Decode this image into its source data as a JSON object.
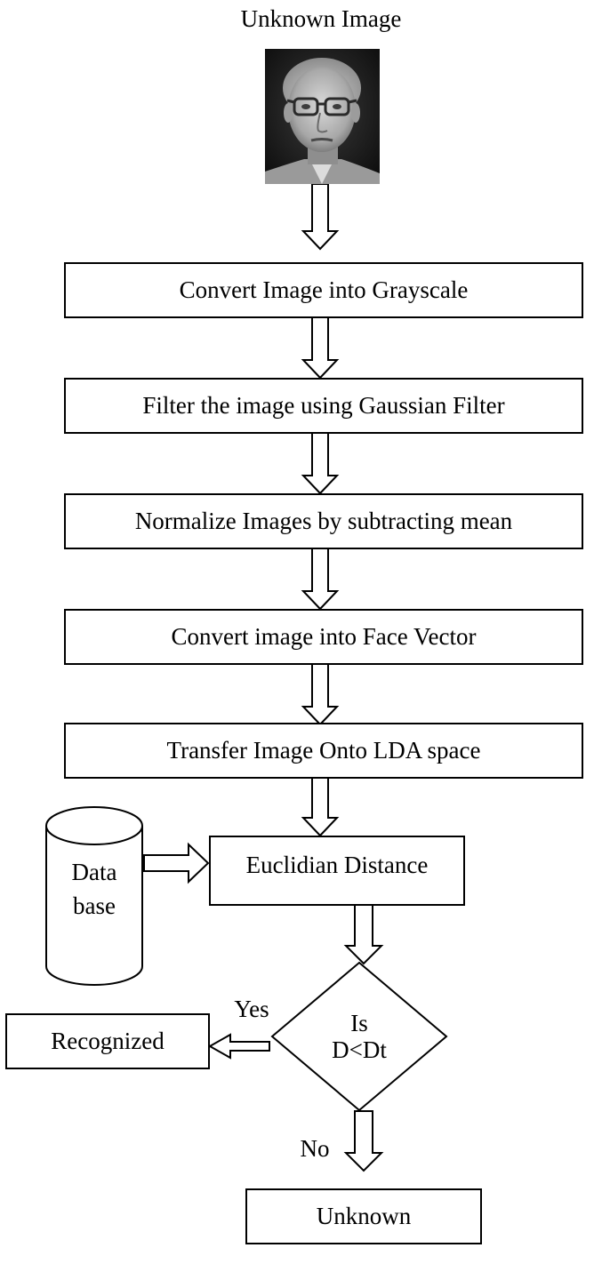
{
  "title": "Unknown Image",
  "steps": [
    "Convert Image into Grayscale",
    "Filter the image using Gaussian Filter",
    "Normalize Images by subtracting mean",
    "Convert image into Face Vector",
    "Transfer Image Onto LDA space"
  ],
  "distance_label": "Euclidian Distance",
  "database": {
    "line1": "Data",
    "line2": "base"
  },
  "decision": {
    "line1": "Is",
    "line2": "D<Dt"
  },
  "yes_label": "Yes",
  "no_label": "No",
  "recognized_label": "Recognized",
  "unknown_label": "Unknown"
}
